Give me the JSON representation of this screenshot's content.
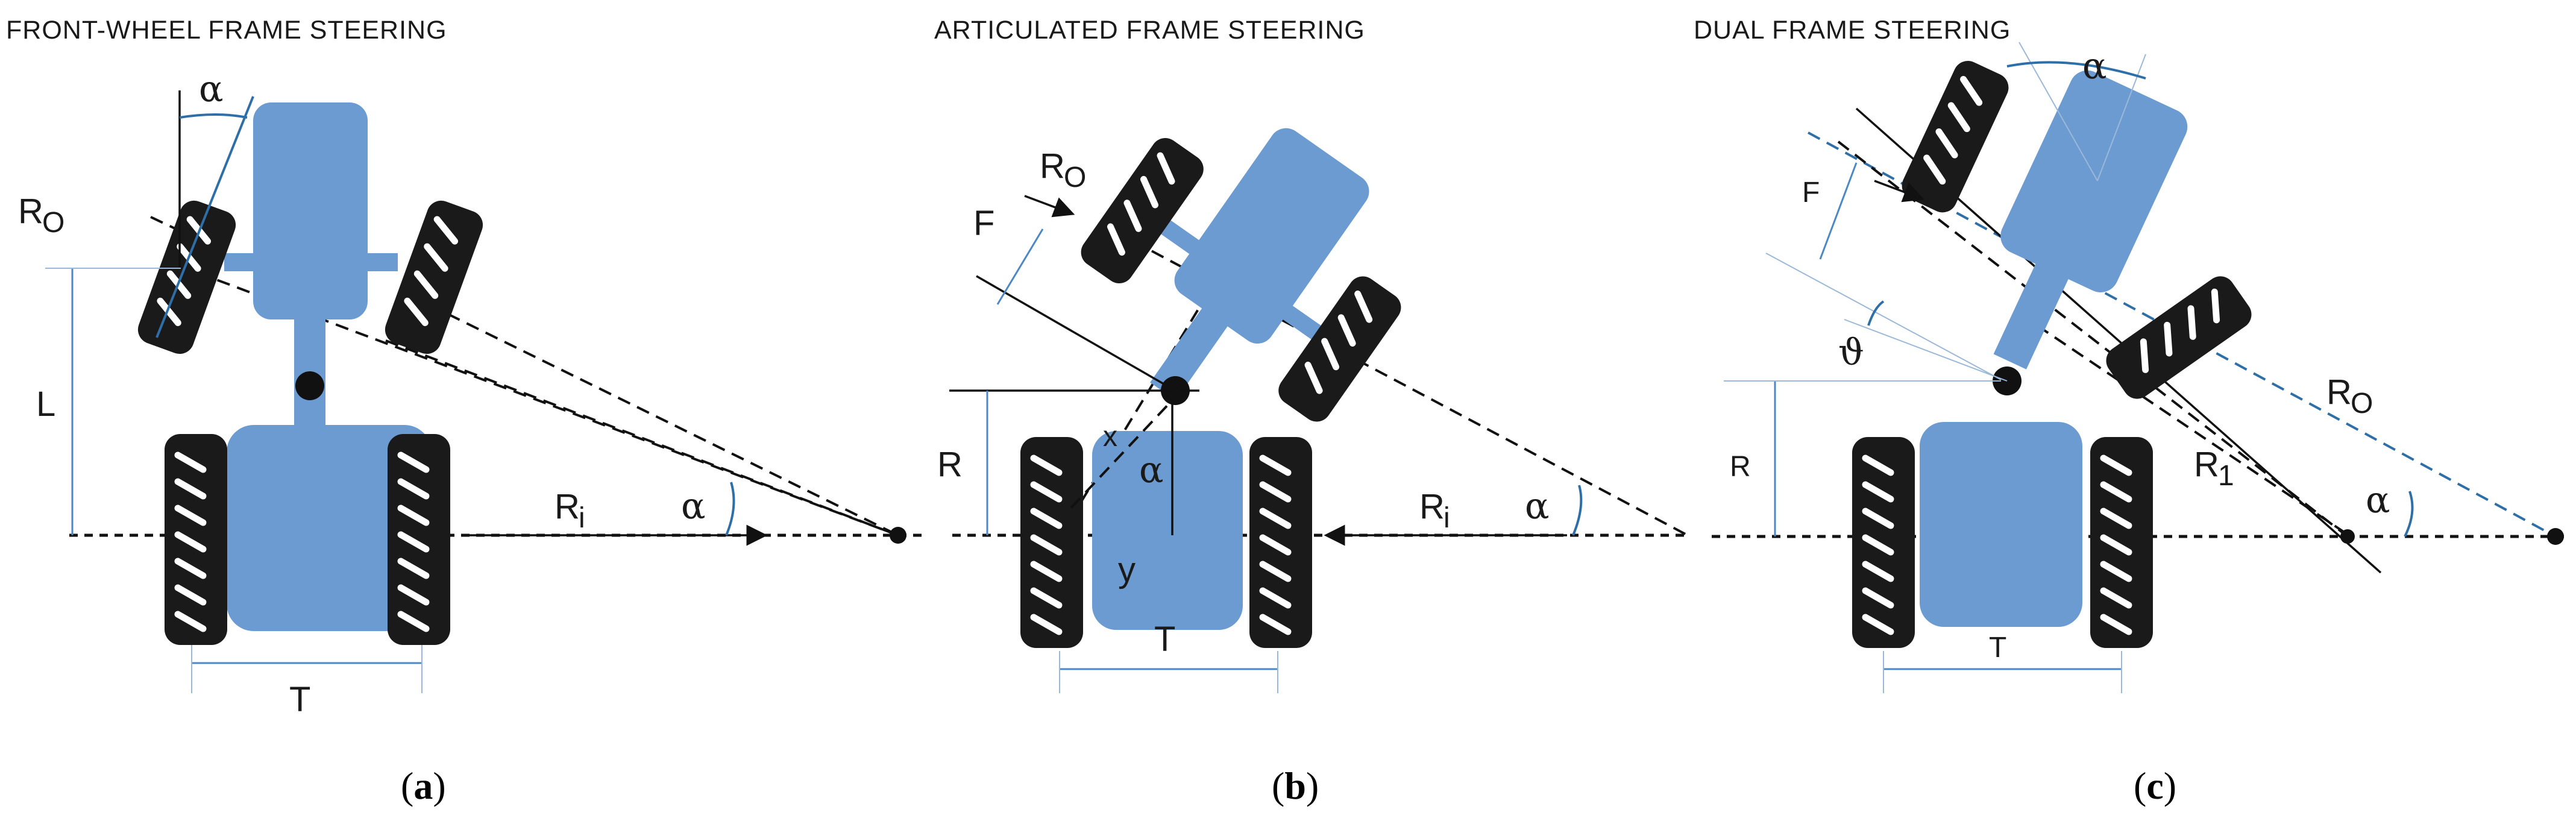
{
  "panels": [
    {
      "title": "FRONT-WHEEL FRAME STEERING",
      "caption": "a",
      "labels": {
        "alpha_top": "α",
        "r_outer": "R",
        "r_outer_sub": "O",
        "wheelbase": "L",
        "r_inner": "R",
        "r_inner_sub": "i",
        "alpha_ground": "α",
        "track": "T"
      }
    },
    {
      "title": "ARTICULATED FRAME STEERING",
      "caption": "b",
      "labels": {
        "r_outer": "R",
        "r_outer_sub": "O",
        "front_length": "F",
        "radius": "R",
        "x": "x",
        "alpha_mid": "α",
        "y": "y",
        "r_inner": "R",
        "r_inner_sub": "i",
        "alpha_ground": "α",
        "track": "T"
      }
    },
    {
      "title": "DUAL FRAME STEERING",
      "caption": "c",
      "labels": {
        "alpha_top": "α",
        "front_length": "F",
        "theta": "ϑ",
        "radius": "R",
        "r_outer": "R",
        "r_outer_sub": "O",
        "r_one": "R",
        "r_one_sub": "1",
        "alpha_ground": "α",
        "track": "T"
      }
    }
  ],
  "colors": {
    "body": "#6c9bd2",
    "tyre": "#1a1a1a",
    "dimension": "#4c88c4",
    "accent": "#2f6fa8"
  }
}
